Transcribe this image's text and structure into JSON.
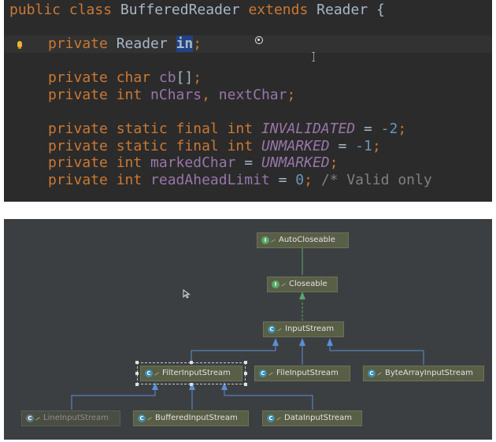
{
  "editor": {
    "lines": [
      [
        {
          "t": "public class ",
          "c": "kw"
        },
        {
          "t": "BufferedReader ",
          "c": "plain"
        },
        {
          "t": "extends ",
          "c": "kw"
        },
        {
          "t": "Reader {",
          "c": "plain"
        }
      ],
      [
        {
          "t": "private ",
          "c": "kw"
        },
        {
          "t": "Reader ",
          "c": "plain"
        },
        {
          "t": "in",
          "c": "sel"
        },
        {
          "t": ";",
          "c": "kw"
        }
      ],
      [
        {
          "t": "private char ",
          "c": "kw"
        },
        {
          "t": "cb",
          "c": "fld"
        },
        {
          "t": "[]",
          "c": "plain"
        },
        {
          "t": ";",
          "c": "kw"
        }
      ],
      [
        {
          "t": "private int ",
          "c": "kw"
        },
        {
          "t": "nChars",
          "c": "fld"
        },
        {
          "t": ", ",
          "c": "kw"
        },
        {
          "t": "nextChar",
          "c": "fld"
        },
        {
          "t": ";",
          "c": "kw"
        }
      ],
      [
        {
          "t": "private static final int ",
          "c": "kw"
        },
        {
          "t": "INVALIDATED",
          "c": "it"
        },
        {
          "t": " = ",
          "c": "plain"
        },
        {
          "t": "-2",
          "c": "num"
        },
        {
          "t": ";",
          "c": "kw"
        }
      ],
      [
        {
          "t": "private static final int ",
          "c": "kw"
        },
        {
          "t": "UNMARKED",
          "c": "it"
        },
        {
          "t": " = ",
          "c": "plain"
        },
        {
          "t": "-1",
          "c": "num"
        },
        {
          "t": ";",
          "c": "kw"
        }
      ],
      [
        {
          "t": "private int ",
          "c": "kw"
        },
        {
          "t": "markedChar",
          "c": "fld"
        },
        {
          "t": " = ",
          "c": "plain"
        },
        {
          "t": "UNMARKED",
          "c": "it"
        },
        {
          "t": ";",
          "c": "kw"
        }
      ],
      [
        {
          "t": "private int ",
          "c": "kw"
        },
        {
          "t": "readAheadLimit",
          "c": "fld"
        },
        {
          "t": " = ",
          "c": "plain"
        },
        {
          "t": "0",
          "c": "num"
        },
        {
          "t": "; ",
          "c": "kw"
        },
        {
          "t": "/* Valid only",
          "c": "cmt"
        }
      ]
    ]
  },
  "diagram": {
    "nodes": {
      "auto_closeable": "AutoCloseable",
      "closeable": "Closeable",
      "input_stream": "InputStream",
      "filter_input_stream": "FilterInputStream",
      "file_input_stream": "FileInputStream",
      "byte_array_input_stream": "ByteArrayInputStream",
      "line_input_stream": "LineInputStream",
      "buffered_input_stream": "BufferedInputStream",
      "data_input_stream": "DataInputStream"
    },
    "badges": {
      "interface": "I",
      "class": "C"
    },
    "colors": {
      "extends_edge": "#5b8fd6",
      "implements_edge": "#59a869",
      "node_bg": "#595e47",
      "class_badge": "#3d8fb0",
      "interface_badge": "#59a869"
    }
  }
}
